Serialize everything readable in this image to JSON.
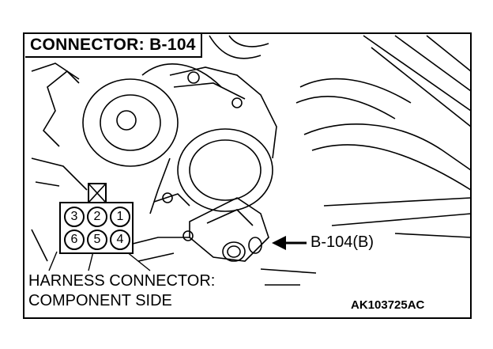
{
  "diagram": {
    "title": "CONNECTOR: B-104",
    "callout_label": "B-104(B)",
    "caption_line1": "HARNESS CONNECTOR:",
    "caption_line2": "COMPONENT SIDE",
    "figure_code": "AK103725AC",
    "pins_top": [
      "3",
      "2",
      "1"
    ],
    "pins_bottom": [
      "6",
      "5",
      "4"
    ],
    "line_color": "#000000",
    "background_color": "#ffffff"
  }
}
